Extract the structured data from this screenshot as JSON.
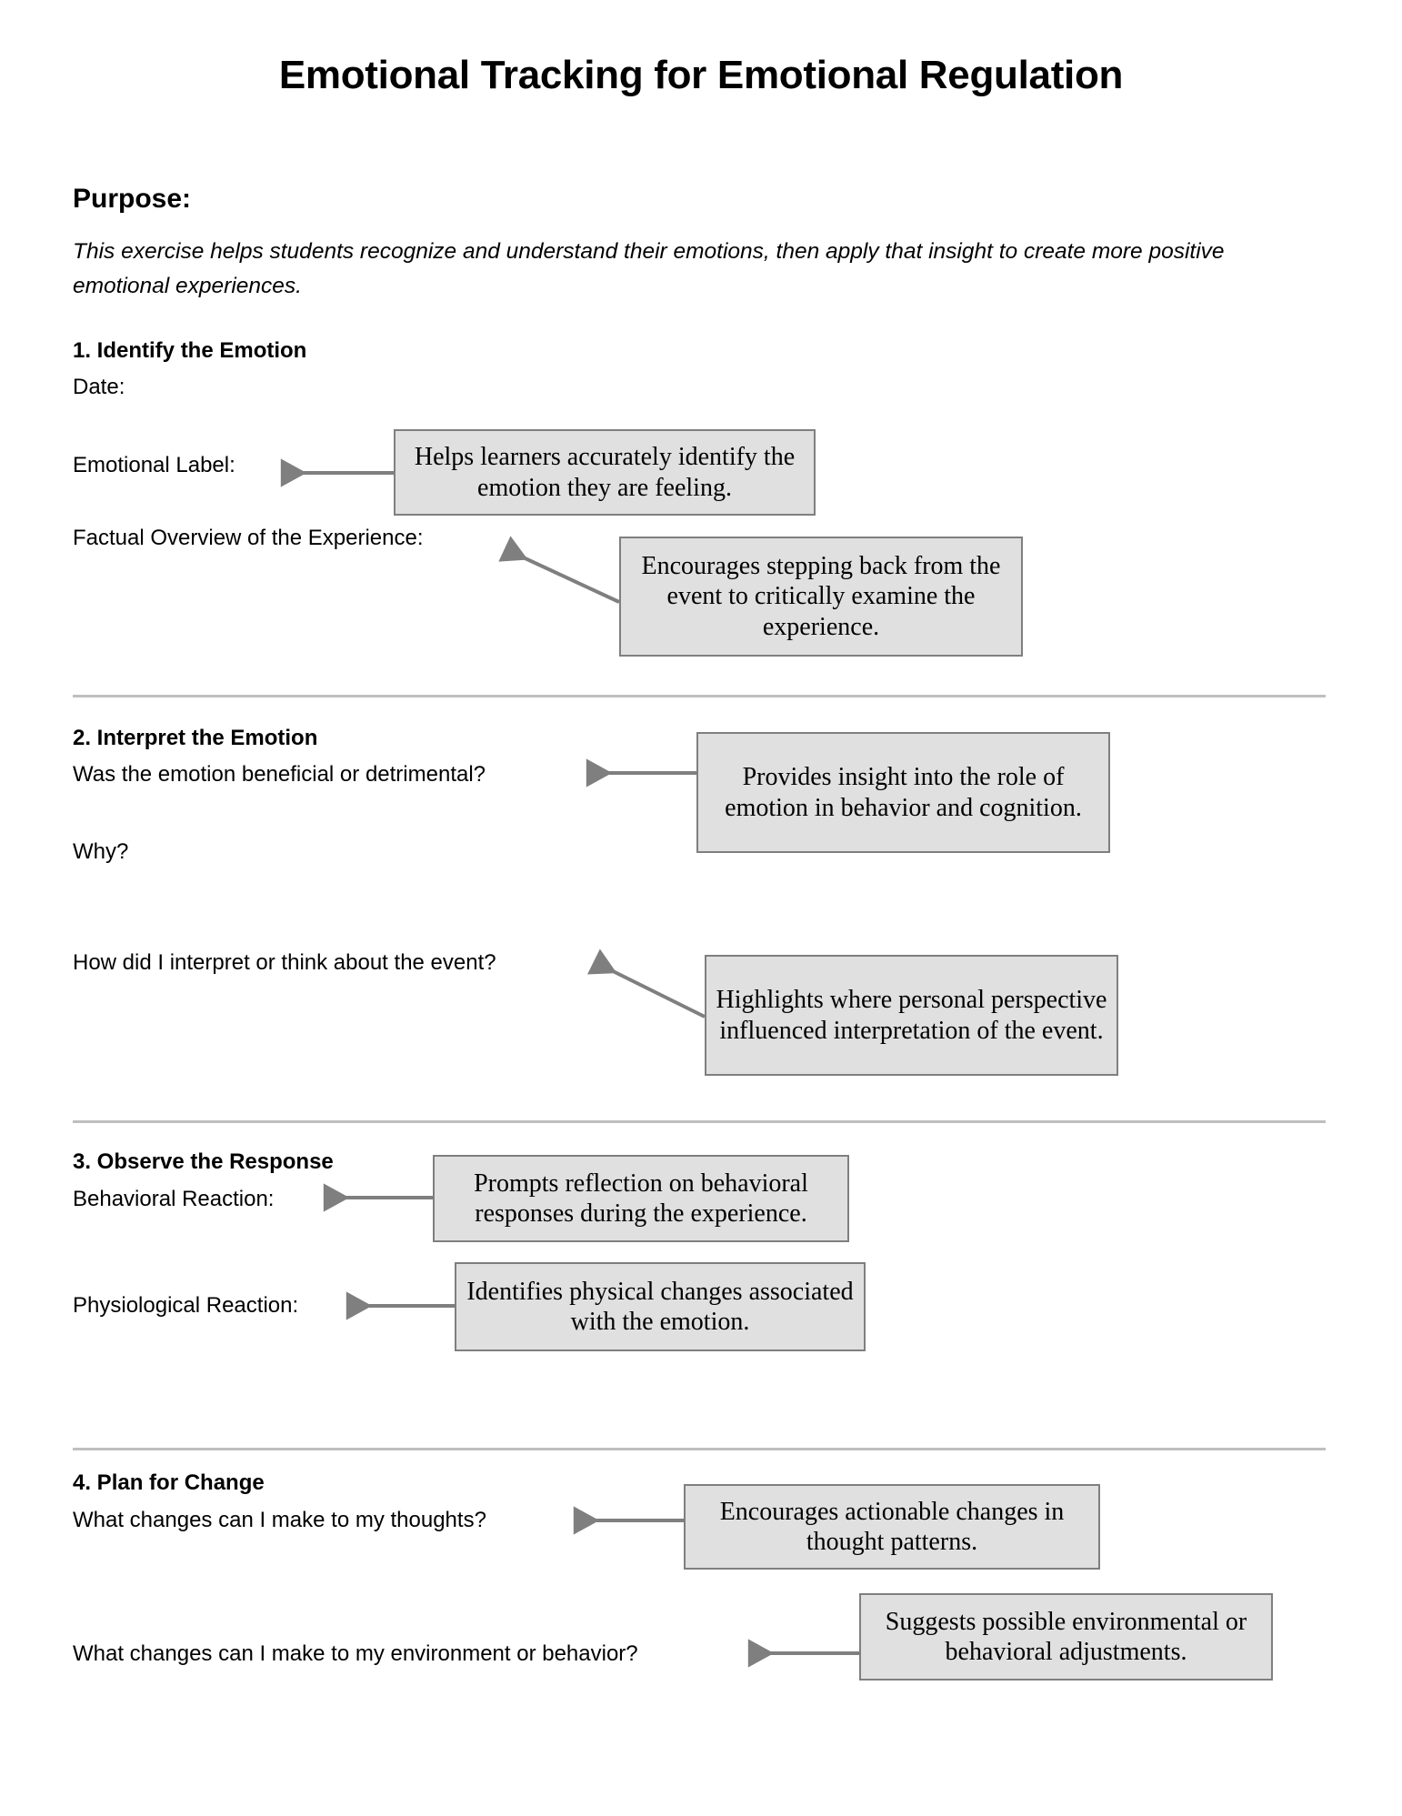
{
  "document": {
    "title": "Emotional Tracking for Emotional Regulation",
    "purpose_heading": "Purpose:",
    "purpose_text": "This exercise helps students recognize and understand their emotions, then apply that insight to create more positive emotional experiences."
  },
  "sections": [
    {
      "heading": "1. Identify the Emotion",
      "prompts": [
        "Date:",
        "Emotional Label:",
        "Factual Overview of the Experience:"
      ],
      "callouts": [
        "Helps learners accurately identify the emotion they are feeling.",
        "Encourages stepping back from the event to critically examine the experience."
      ]
    },
    {
      "heading": "2. Interpret the Emotion",
      "prompts": [
        "Was the emotion beneficial or detrimental?",
        "Why?",
        "How did I interpret or think about the event?"
      ],
      "callouts": [
        "Provides insight into the role of emotion in behavior and cognition.",
        "Highlights where personal perspective influenced interpretation of the event."
      ]
    },
    {
      "heading": "3. Observe the Response",
      "prompts": [
        "Behavioral Reaction:",
        "Physiological Reaction:"
      ],
      "callouts": [
        "Prompts reflection on behavioral responses during the experience.",
        "Identifies physical changes associated with the emotion."
      ]
    },
    {
      "heading": "4. Plan for Change",
      "prompts": [
        "What changes can I make to my thoughts?",
        "What changes can I make to my environment or behavior?"
      ],
      "callouts": [
        "Encourages actionable changes in thought patterns.",
        "Suggests possible environmental or behavioral adjustments."
      ]
    }
  ],
  "colors": {
    "page_background": "#ffffff",
    "text": "#000000",
    "callout_fill": "#e0e0e0",
    "callout_border": "#7f7f7f",
    "arrow": "#7f7f7f",
    "divider": "#bfbfbf"
  }
}
